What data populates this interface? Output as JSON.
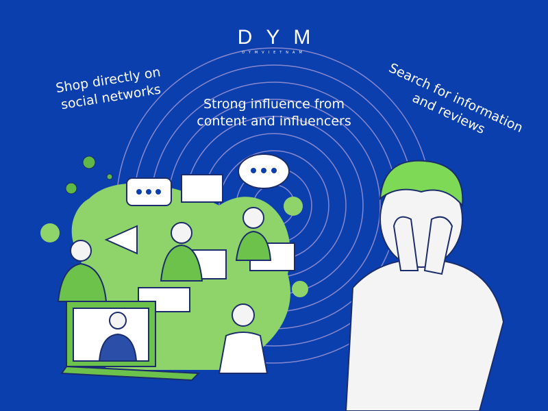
{
  "logo": {
    "main": "DYM",
    "sub": "DYMVIETNAM"
  },
  "captions": {
    "left": "Shop directly on social networks",
    "center": "Strong influence from content and influencers",
    "right": "Search for information and reviews"
  },
  "colors": {
    "background": "#0b3fae",
    "accent_green": "#7ed957",
    "ring": "#a79bd6"
  }
}
